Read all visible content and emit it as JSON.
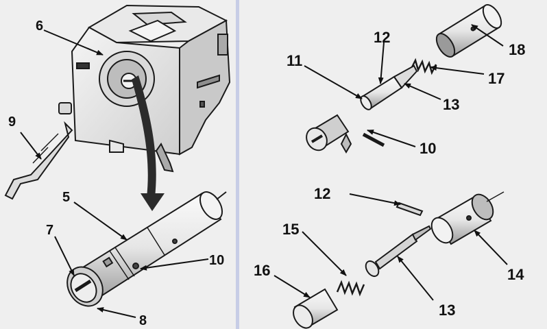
{
  "figure": {
    "callouts": {
      "c6": "6",
      "c9": "9",
      "c5": "5",
      "c7": "7",
      "c8": "8",
      "c10a": "10",
      "c11": "11",
      "c12a": "12",
      "c18": "18",
      "c17": "17",
      "c13a": "13",
      "c10b": "10",
      "c12b": "12",
      "c15": "15",
      "c16": "16",
      "c14": "14",
      "c13b": "13"
    }
  }
}
